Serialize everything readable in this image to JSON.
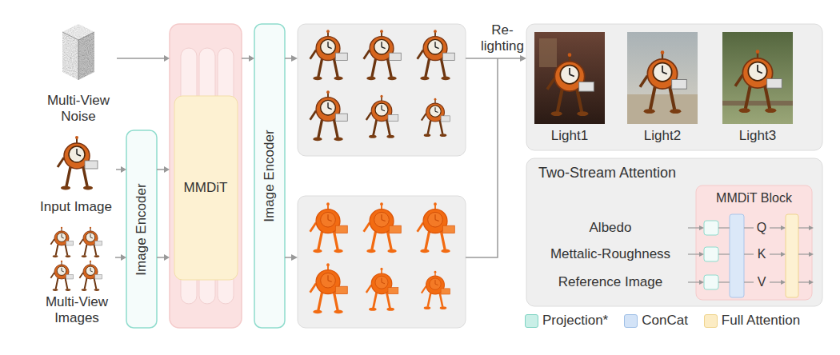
{
  "diagram": {
    "nodes": [
      {
        "text": [
          "Multi-View Noise"
        ]
      },
      {
        "text": [
          "Input Image"
        ]
      },
      {
        "text": [
          "Multi-View Images"
        ]
      },
      {
        "text": [
          "Image Encoder"
        ]
      },
      {
        "text": [
          "MMDiT"
        ]
      },
      {
        "text": [
          "Image Encoder"
        ]
      },
      {
        "text": [
          "Light1",
          "Light2",
          "Light3"
        ]
      },
      {
        "text": [
          "Two-Stream Attention"
        ]
      },
      {
        "text": [
          "MMDiT Block"
        ],
        "in": 7
      }
    ],
    "edges": [
      {
        "from": 0,
        "to": 4,
        "arrow": "to"
      },
      {
        "from": 1,
        "to": 3,
        "arrow": "to"
      },
      {
        "from": 2,
        "to": 3,
        "arrow": "to"
      },
      {
        "from": 3,
        "to": 4,
        "arrow": "to"
      },
      {
        "from": 4,
        "to": 5,
        "arrow": "to"
      }
    ],
    "labels": [
      "Re-lighting",
      "Albedo",
      "Mettalic-Roughness",
      "Reference Image",
      "Q",
      "K",
      "V"
    ],
    "legend": [
      {
        "text": "Projection*",
        "color": "#c9efe7"
      },
      {
        "text": "ConCat",
        "color": "#d3e3f7"
      },
      {
        "text": "Full Attention",
        "color": "#fcecc4"
      }
    ]
  }
}
